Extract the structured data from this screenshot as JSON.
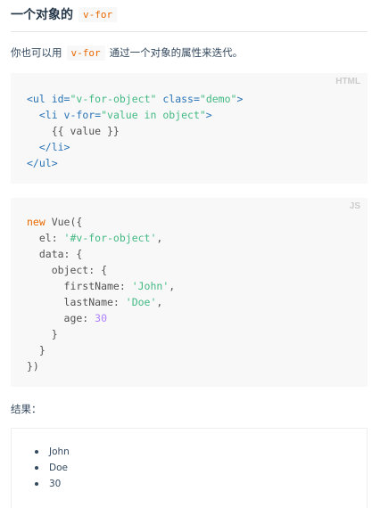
{
  "heading": {
    "text": "一个对象的",
    "code": "v-for"
  },
  "intro": {
    "before": "你也可以用",
    "code": "v-for",
    "after": "通过一个对象的属性来迭代。"
  },
  "html_example": {
    "lang": "HTML",
    "tokens": {
      "l1_open": "<ul ",
      "l1_id_attr": "id=",
      "l1_id_val": "\"v-for-object\"",
      "l1_class_attr": " class=",
      "l1_class_val": "\"demo\"",
      "l1_close": ">",
      "l2_open": "  <li ",
      "l2_attr": "v-for=",
      "l2_val": "\"value in object\"",
      "l2_close": ">",
      "l3": "    {{ value }}",
      "l4": "  </li>",
      "l5": "</ul>"
    }
  },
  "js_example": {
    "lang": "JS",
    "tokens": {
      "l1_kw": "new",
      "l1_rest": " Vue({",
      "l2_key": "  el: ",
      "l2_str": "'#v-for-object'",
      "l2_end": ",",
      "l3": "  data: {",
      "l4": "    object: {",
      "l5_key": "      firstName: ",
      "l5_str": "'John'",
      "l5_end": ",",
      "l6_key": "      lastName: ",
      "l6_str": "'Doe'",
      "l6_end": ",",
      "l7_key": "      age: ",
      "l7_num": "30",
      "l8": "    }",
      "l9": "  }",
      "l10": "})"
    }
  },
  "result_label": "结果：",
  "result_items": [
    "John",
    "Doe",
    "30"
  ]
}
